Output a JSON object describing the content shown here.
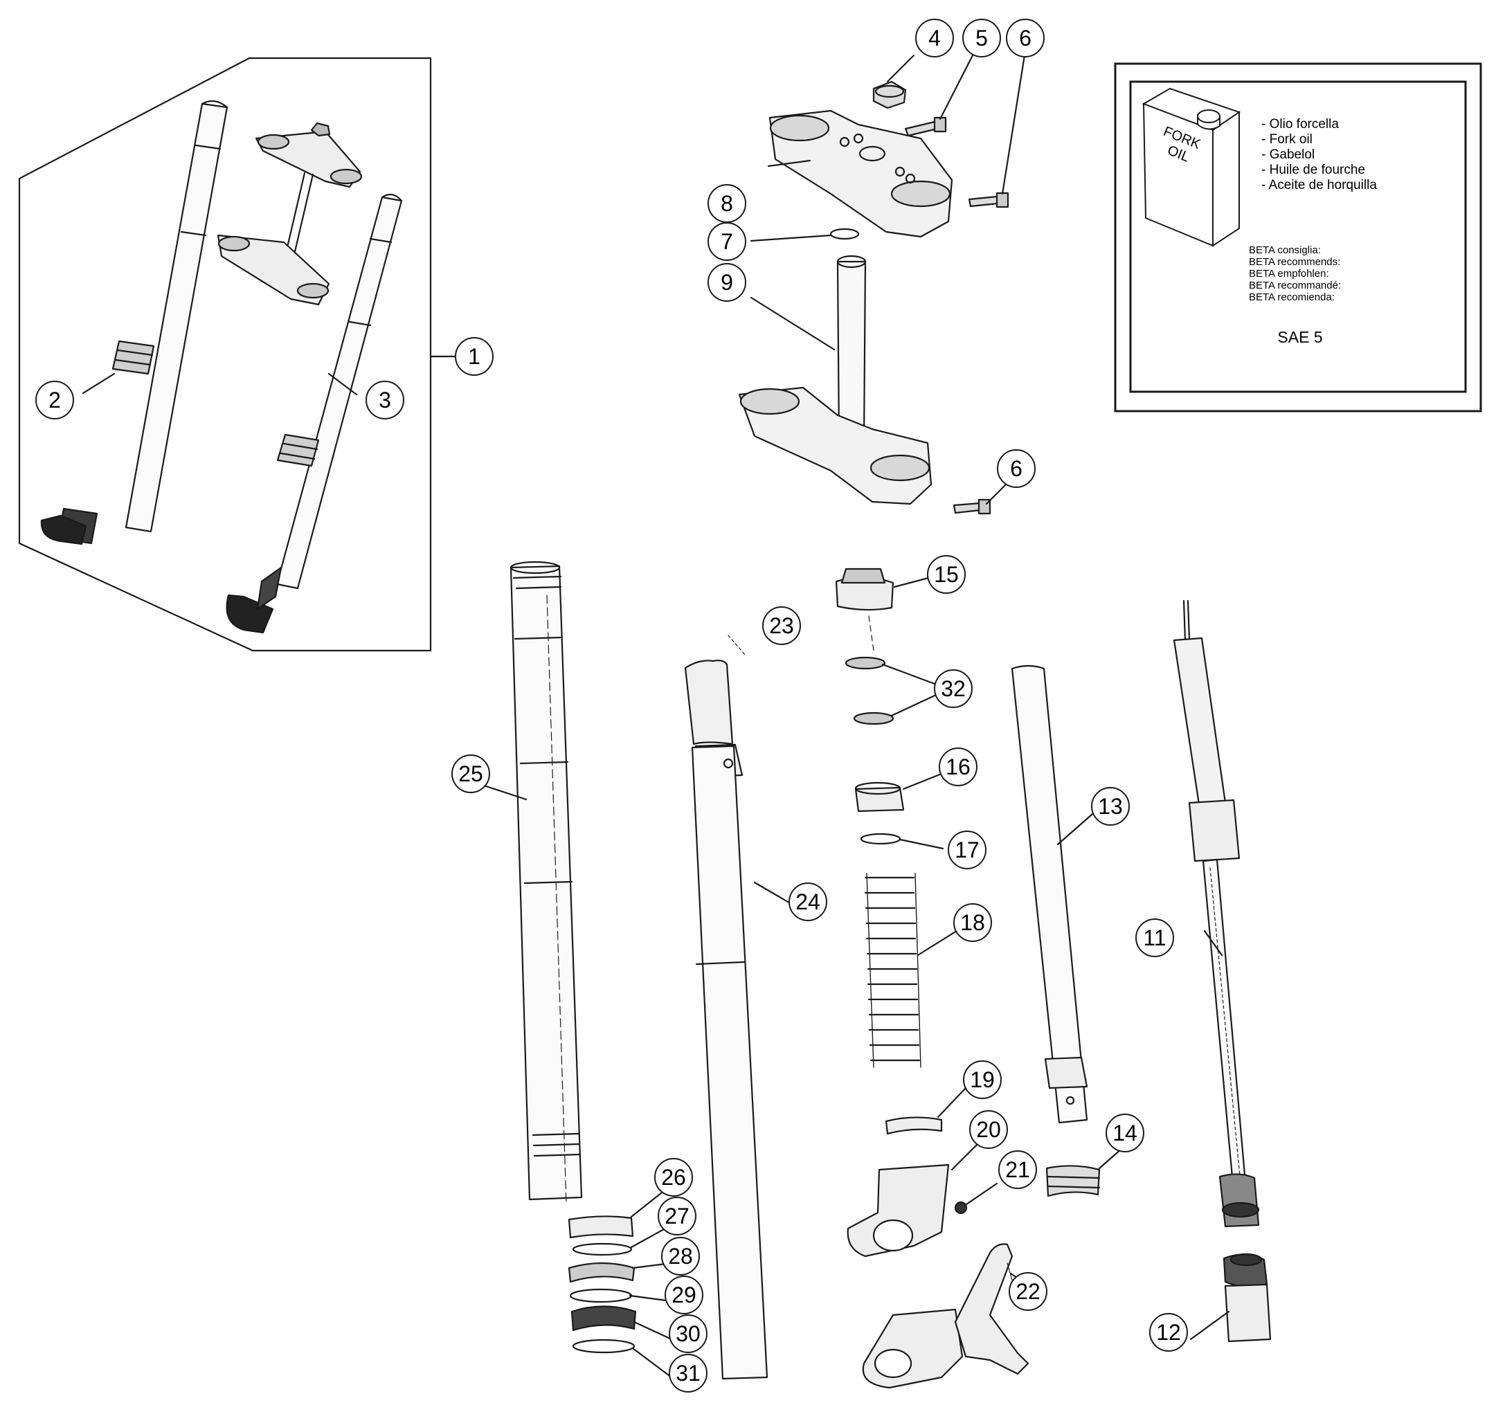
{
  "callouts": [
    "1",
    "2",
    "3",
    "4",
    "5",
    "6",
    "7",
    "8",
    "9",
    "11",
    "12",
    "13",
    "14",
    "15",
    "16",
    "17",
    "18",
    "19",
    "20",
    "21",
    "22",
    "23",
    "24",
    "25",
    "26",
    "27",
    "28",
    "29",
    "30",
    "31",
    "32"
  ],
  "oil_panel": {
    "can_label_1": "FORK",
    "can_label_2": "OIL",
    "names": [
      "- Olio forcella",
      "- Fork oil",
      "- Gabelol",
      "- Huile de fourche",
      "- Aceite de horquilla"
    ],
    "recommends": [
      "BETA consiglia:",
      "BETA recommends:",
      "BETA empfohlen:",
      "BETA recommandé:",
      "BETA recomienda:"
    ],
    "grade": "SAE 5"
  }
}
